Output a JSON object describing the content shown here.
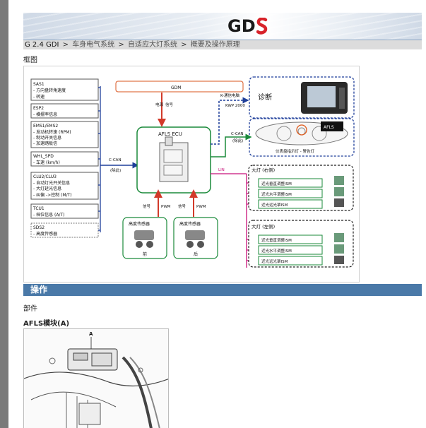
{
  "banner": {
    "logo_g": "G",
    "logo_d": "D",
    "logo_s_color": "#d8232a"
  },
  "breadcrumb": {
    "root": "G 2.4 GDI",
    "items": [
      "车身电气系统",
      "自适应大灯系统",
      "概要及操作原理"
    ],
    "sep": ">"
  },
  "section_label": "框图",
  "diagram": {
    "inputs": [
      {
        "title": "SAS1",
        "lines": [
          "- 方向盘转角速度",
          "- 转速"
        ]
      },
      {
        "title": "ESP2",
        "lines": [
          "- 横摆率信息"
        ]
      },
      {
        "title": "EMS1/EMS2",
        "lines": [
          "- 发动机转速 (RPM)",
          "- 制动开关信息",
          "- 加速踏板信"
        ]
      },
      {
        "title": "WHL_SPD",
        "lines": [
          "- 车速 (km/h)"
        ]
      },
      {
        "title": "CLU2/CLU3",
        "lines": [
          "- 自动灯光开关信息",
          "- 大灯延光信息",
          "- 纠偏 ->控制 (M/T)"
        ]
      },
      {
        "title": "TCU1",
        "lines": [
          "- 档位信息 (A/T)"
        ]
      },
      {
        "title": "SDS2",
        "lines": [
          "- 高度传感器"
        ]
      }
    ],
    "gdm_label": "GDM",
    "ecu_label": "AFLS ECU",
    "diag_label": "诊断",
    "kwp": "KWP 2000",
    "k_line": "K-通信电脑",
    "ccan": "C-CAN",
    "ccan_note": "(除此)",
    "ccan_left": "C-CAN",
    "ccan_left_note": "(除此)",
    "lin": "LIN",
    "signal_v": "信号",
    "power_v": "电源",
    "pwm": "PWM",
    "cluster_label": "仪表盘指示灯 - 警告灯",
    "afls_badge": "AFLS",
    "right_lamp": {
      "title": "大灯 (右侧)",
      "items": [
        "近光垂直调整ISM",
        "近光水平调整ISM",
        "近光远光罩ISM"
      ]
    },
    "left_lamp": {
      "title": "大灯 (左侧)",
      "items": [
        "近光垂直调整ISM",
        "近光水平调整ISM",
        "近光远光罩ISM"
      ]
    },
    "sensors": [
      {
        "label": "高度传感器",
        "pos": "前"
      },
      {
        "label": "高度传感器",
        "pos": "后"
      }
    ]
  },
  "operation_bar": "操作",
  "parts_label": "部件",
  "afls_title": "AFLS模块(A)",
  "photo_label": "A"
}
